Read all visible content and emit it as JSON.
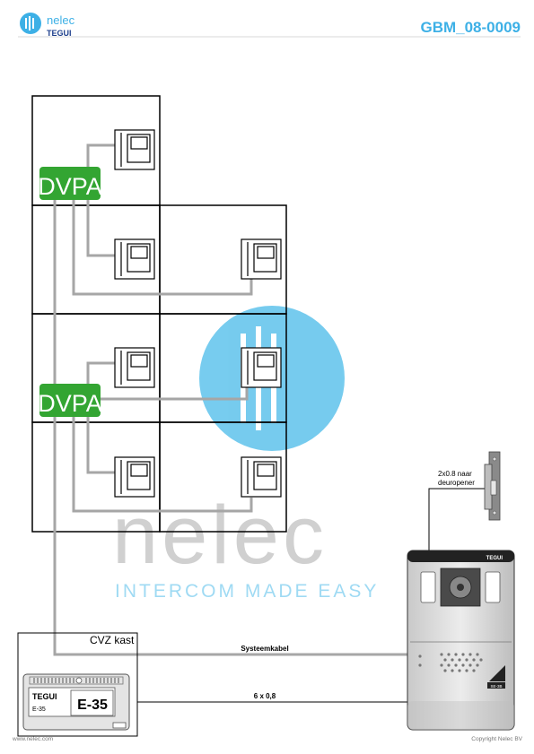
{
  "header": {
    "brand_name": "nelec",
    "brand_sub": "TEGUI",
    "doc_code": "GBM_08-0009"
  },
  "colors": {
    "accent_blue": "#3db0e6",
    "dvpa_green": "#33a532",
    "wire_gray": "#a6a6a6",
    "watermark_gray": "#c8c8c8",
    "watermark_blue": "#5fc3ec"
  },
  "modules": {
    "dvpa_top": "DVPA",
    "dvpa_bottom": "DVPA"
  },
  "watermark": {
    "word": "nelec",
    "tagline": "INTERCOM MADE EASY"
  },
  "cabinet": {
    "label": "CVZ kast",
    "psu_brand": "TEGUI",
    "psu_small_model": "E-35",
    "psu_big_model": "E-35"
  },
  "cables": {
    "system": "Systeemkabel",
    "six": "6 x 0,8",
    "door_line1": "2x0.8 naar",
    "door_line2": "deuropener"
  },
  "door_panel": {
    "brand": "TEGUI",
    "badge": "SE-3B"
  },
  "footer": {
    "website": "www.nelec.com",
    "copyright": "Copyright Nelec BV"
  }
}
